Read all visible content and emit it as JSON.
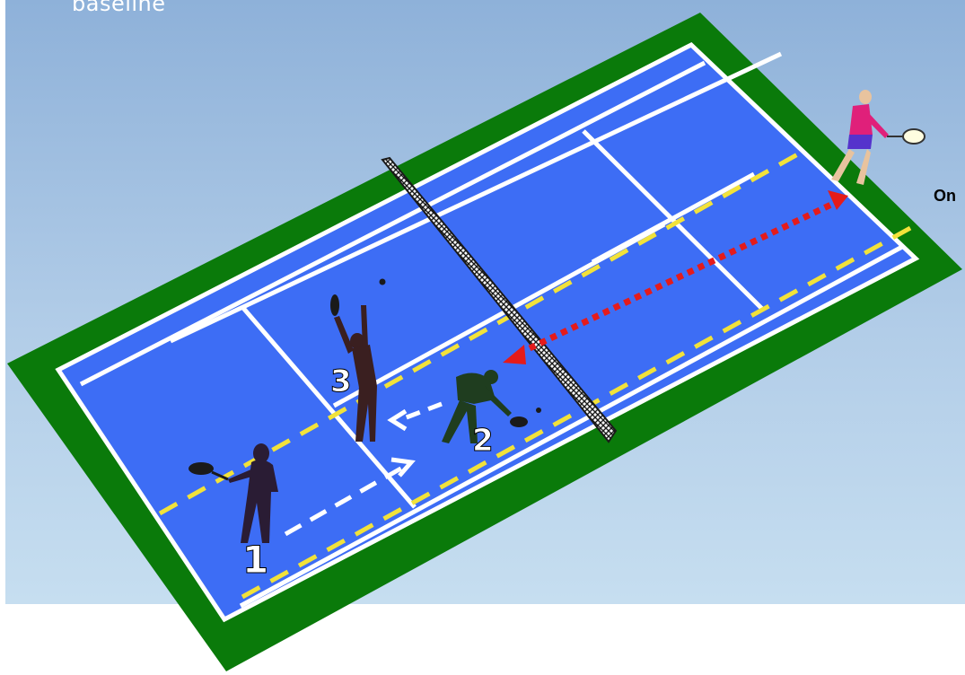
{
  "caption": "baseline",
  "side_label": "On",
  "markers": [
    "1",
    "2",
    "3"
  ],
  "colors": {
    "surround": "#0a7a0a",
    "court": "#3d6df5",
    "lines": "#ffffff",
    "dashed_guides": "#f2e23a",
    "movement_arrows": "#ffffff",
    "ball_path": "#e51b1b",
    "net": "#1a1a1a",
    "coach_shirt": "#e0207a",
    "coach_shorts": "#5533cc"
  },
  "icons": [
    "tennis-player-silhouette",
    "coach-figure",
    "tennis-racket-icon",
    "tennis-ball-icon",
    "net-icon"
  ]
}
